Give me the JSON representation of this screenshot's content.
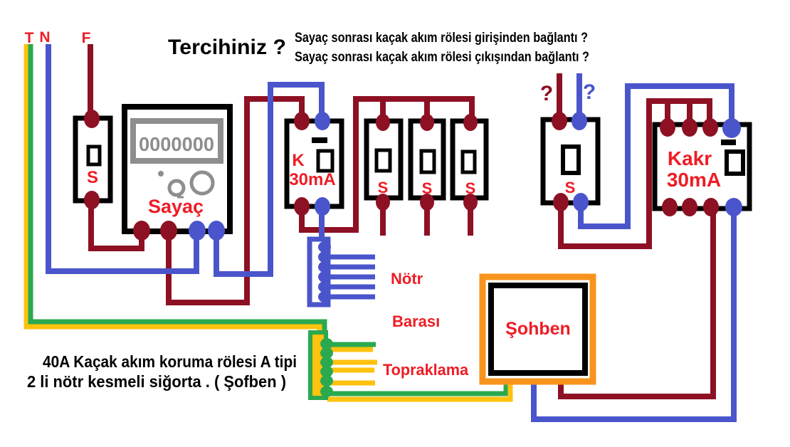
{
  "colors": {
    "phase": "#8e1023",
    "neutral": "#4a55cc",
    "green": "#2aa94f",
    "yellow": "#ffc20e",
    "red": "#ee1c25",
    "orange": "#f7941d",
    "gray": "#8e8e8e"
  },
  "header": {
    "title": "Tercihiniz ?",
    "question1": "Sayaç sonrası kaçak akım rölesi girişinden bağlantı ?",
    "question2": "Sayaç sonrası kaçak akım rölesi çıkışından bağlantı ?"
  },
  "supply": {
    "t": "T",
    "n": "N",
    "f": "F"
  },
  "main_fuse": {
    "label": "S"
  },
  "meter": {
    "display": "0000000",
    "label": "Sayaç"
  },
  "rcd_k": {
    "name": "K",
    "rating": "30mA"
  },
  "branch_fuses": {
    "s1": "S",
    "s2": "S",
    "s3": "S"
  },
  "choice": {
    "fuse_label": "S",
    "phase_mark": "?",
    "neutral_mark": "?"
  },
  "rcd_kakr": {
    "name": "Kakr",
    "rating": "30mA"
  },
  "neutral_bus": {
    "word1": "Nötr",
    "word2": "Barası"
  },
  "ground_bus": {
    "label": "Topraklama"
  },
  "heater": {
    "label": "Şohben"
  },
  "footer": {
    "line1": "40A Kaçak akım koruma rölesi A tipi",
    "line2": "2 li nötr kesmeli siğorta . ( Şofben )"
  }
}
